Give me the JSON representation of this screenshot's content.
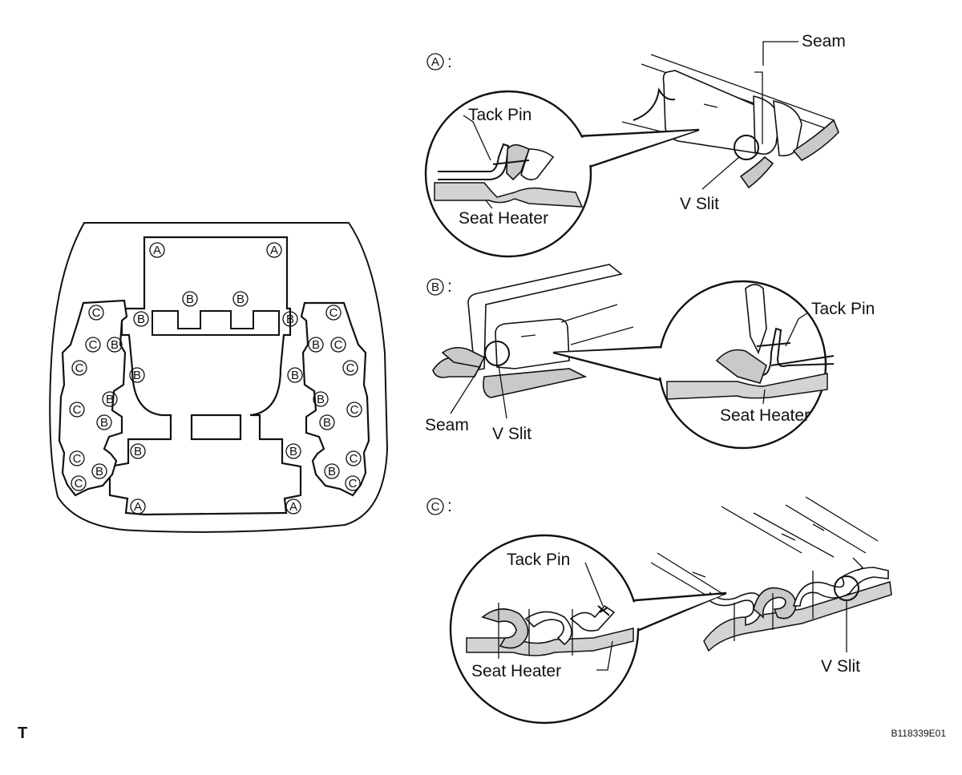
{
  "figure": {
    "corner_mark": "T",
    "figure_code": "B118339E01"
  },
  "markers": {
    "a": "A",
    "b": "B",
    "c": "C"
  },
  "detail_a": {
    "marker": "A",
    "suffix": ":",
    "labels": {
      "seam": "Seam",
      "tack_pin": "Tack Pin",
      "seat_heater": "Seat Heater",
      "v_slit": "V Slit"
    }
  },
  "detail_b": {
    "marker": "B",
    "suffix": ":",
    "labels": {
      "tack_pin": "Tack Pin",
      "seat_heater": "Seat Heater",
      "seam": "Seam",
      "v_slit": "V Slit"
    }
  },
  "detail_c": {
    "marker": "C",
    "suffix": ":",
    "labels": {
      "tack_pin": "Tack Pin",
      "seat_heater": "Seat Heater",
      "v_slit": "V Slit"
    }
  }
}
